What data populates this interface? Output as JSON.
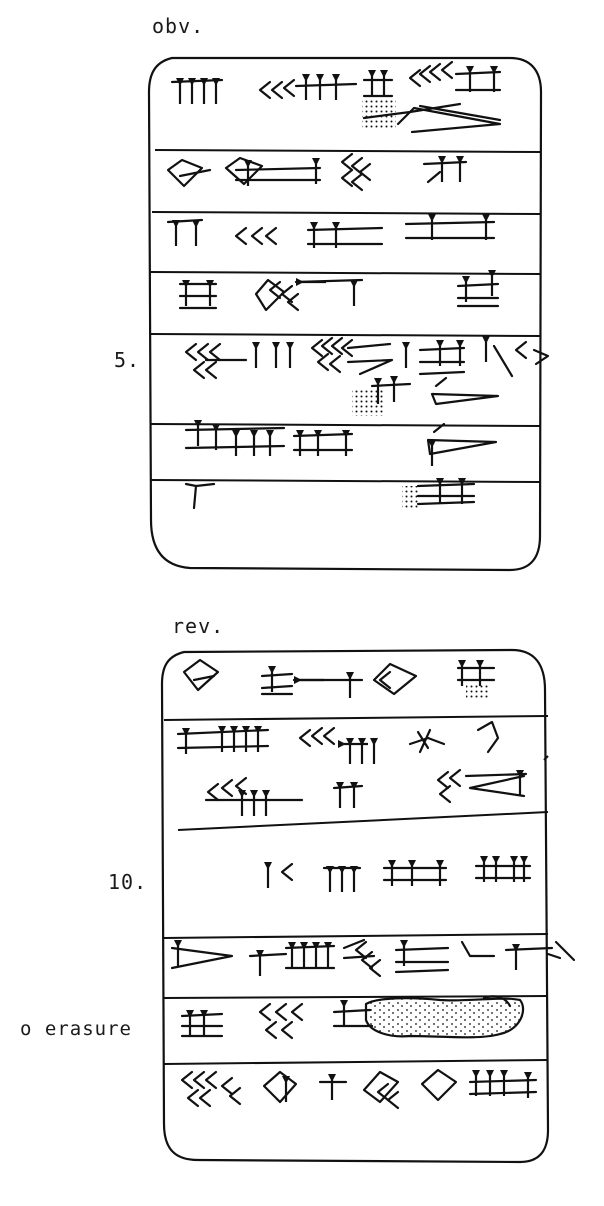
{
  "sides": {
    "obverse": "obv.",
    "reverse": "rev."
  },
  "line_numbers": {
    "line5": "5.",
    "line10": "10."
  },
  "notes": {
    "erasure": "o erasure"
  }
}
